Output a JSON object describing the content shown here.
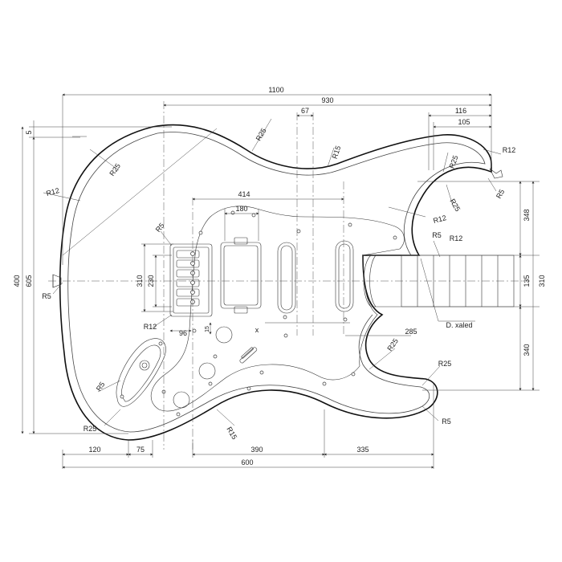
{
  "dimensions": {
    "d1100": "1100",
    "d930": "930",
    "d116": "116",
    "d105": "105",
    "d67": "67",
    "d414": "414",
    "d180": "180",
    "d5": "5",
    "d400": "400",
    "d605": "605",
    "d310_left": "310",
    "d230": "230",
    "d15": "15",
    "d96": "96",
    "x": "x",
    "d285": "285",
    "d348": "348",
    "d135": "135",
    "d310_right": "310",
    "d340": "340",
    "d120": "120",
    "d75": "75",
    "d390": "390",
    "d335": "335",
    "d600": "600"
  },
  "radii": {
    "r25_top": "R25",
    "r15_top": "R15",
    "r25_horn": "R25",
    "r12_left": "R12",
    "r5_bridge": "R5",
    "r5_left": "R5",
    "r12_bridge": "R12",
    "r12_neck_top": "R12",
    "r5_neck": "R5",
    "r12_neck": "R12",
    "r25_cutaway_top": "R25",
    "r12_horn_tip": "R12",
    "r5_horn_tip": "R5",
    "r25_lower_horn": "R25",
    "r25_right": "R25",
    "r5_right": "R5",
    "r5_jack": "R5",
    "r25_jack": "R25",
    "r15_bottom": "R15"
  },
  "annotations": {
    "d_scale": "D. xaled"
  }
}
